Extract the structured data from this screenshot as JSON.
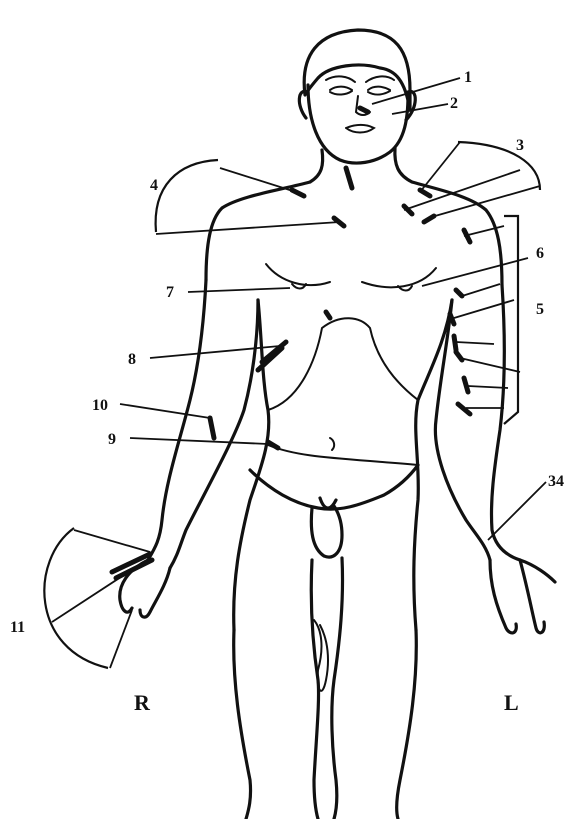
{
  "diagram": {
    "labels": [
      "1",
      "2",
      "3",
      "4",
      "5",
      "6",
      "7",
      "8",
      "9",
      "10",
      "11",
      "34"
    ],
    "side_right": "R",
    "side_left": "L"
  }
}
